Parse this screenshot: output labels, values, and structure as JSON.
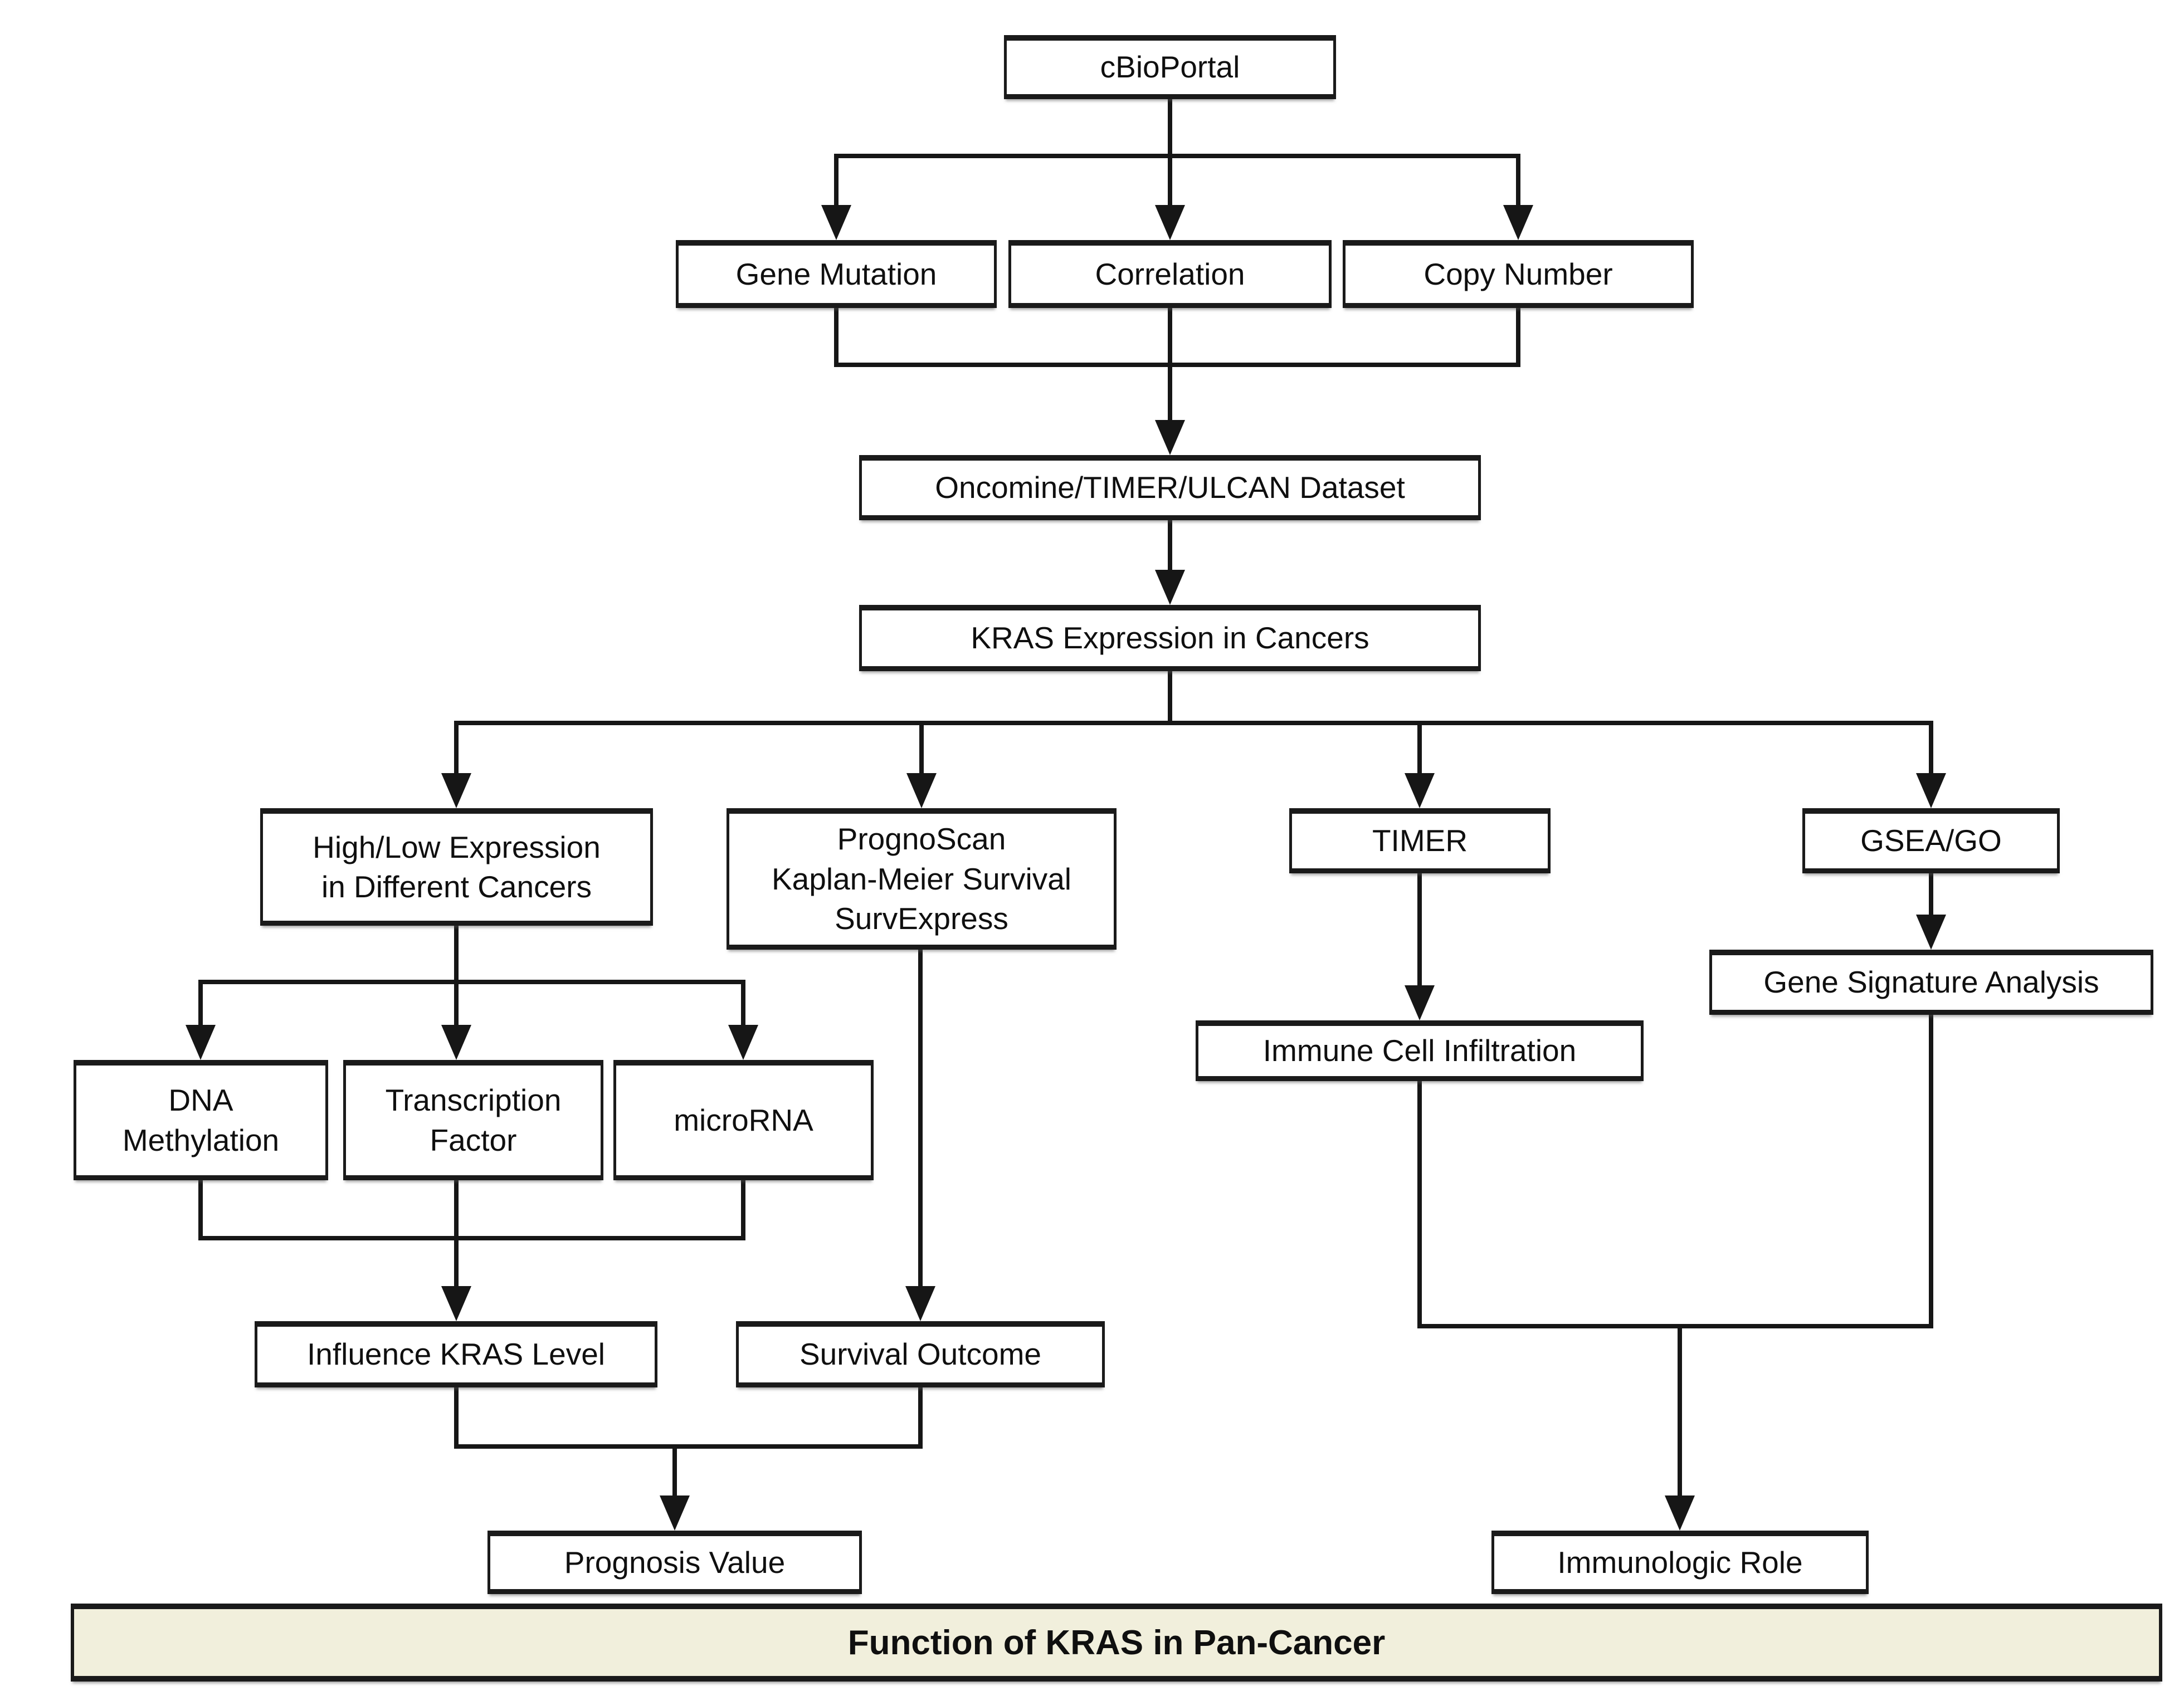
{
  "diagram_title": "Function of KRAS in Pan-Cancer",
  "nodes": {
    "cbioportal": {
      "label": "cBioPortal"
    },
    "gene_mutation": {
      "label": "Gene Mutation"
    },
    "correlation": {
      "label": "Correlation"
    },
    "copy_number": {
      "label": "Copy Number"
    },
    "dataset": {
      "label": "Oncomine/TIMER/ULCAN Dataset"
    },
    "kras_expression": {
      "label": "KRAS Expression in Cancers"
    },
    "high_low": {
      "label": "High/Low Expression\nin Different Cancers"
    },
    "prognoscan": {
      "label": "PrognoScan\nKaplan-Meier Survival\nSurvExpress"
    },
    "timer": {
      "label": "TIMER"
    },
    "gsea_go": {
      "label": "GSEA/GO"
    },
    "gene_signature": {
      "label": "Gene Signature Analysis"
    },
    "immune_cell": {
      "label": "Immune Cell Infiltration"
    },
    "dna_methylation": {
      "label": "DNA\nMethylation"
    },
    "transcription_factor": {
      "label": "Transcription\nFactor"
    },
    "microrna": {
      "label": "microRNA"
    },
    "influence_kras": {
      "label": "Influence KRAS Level"
    },
    "survival_outcome": {
      "label": "Survival Outcome"
    },
    "prognosis_value": {
      "label": "Prognosis Value"
    },
    "immunologic_role": {
      "label": "Immunologic Role"
    },
    "banner": {
      "label": "Function of KRAS in Pan-Cancer"
    }
  },
  "colors": {
    "background": "#ffffff",
    "box_fill": "#ffffff",
    "box_border": "#1a1a1a",
    "line": "#161616",
    "text": "#0f0f0f",
    "banner_fill": "#f1efdc"
  }
}
